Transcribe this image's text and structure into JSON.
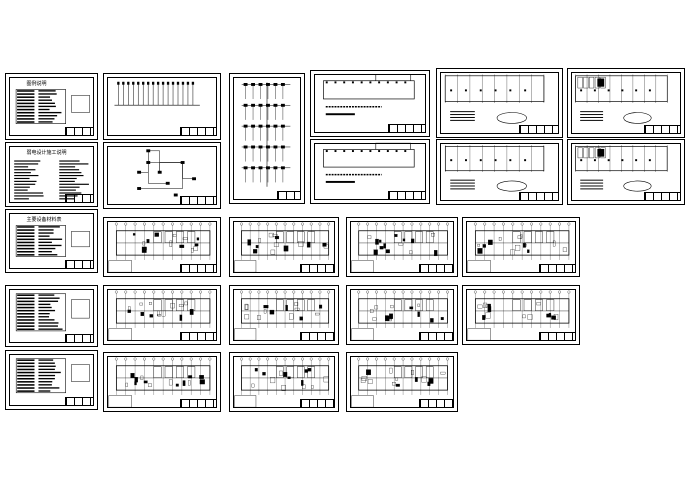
{
  "canvas": {
    "background": "#ffffff",
    "line_color": "#000000"
  },
  "sheets": [
    {
      "name": "legend-sheet",
      "kind": "table",
      "title": "图例说明"
    },
    {
      "name": "notes-sheet",
      "kind": "notes",
      "title": "弱电设计施工说明"
    },
    {
      "name": "equipment-table-sheet",
      "kind": "table",
      "title": "主要设备材料表"
    },
    {
      "name": "list-sheet-a",
      "kind": "table",
      "title": ""
    },
    {
      "name": "list-sheet-b",
      "kind": "table",
      "title": ""
    },
    {
      "name": "riser-diagram-1",
      "kind": "riser",
      "title": ""
    },
    {
      "name": "system-diagram-1",
      "kind": "system",
      "title": ""
    },
    {
      "name": "system-diagram-2",
      "kind": "system2",
      "title": ""
    },
    {
      "name": "site-plan-1",
      "kind": "site",
      "title": ""
    },
    {
      "name": "site-plan-2",
      "kind": "site",
      "title": ""
    },
    {
      "name": "large-plan-1",
      "kind": "bigplan",
      "title": ""
    },
    {
      "name": "large-plan-2",
      "kind": "bigplan",
      "title": ""
    },
    {
      "name": "large-plan-3",
      "kind": "bigplan2",
      "title": ""
    },
    {
      "name": "large-plan-4",
      "kind": "bigplan2",
      "title": ""
    },
    {
      "name": "floor-plan-1",
      "kind": "floor",
      "title": ""
    },
    {
      "name": "floor-plan-2",
      "kind": "floor",
      "title": ""
    },
    {
      "name": "floor-plan-3",
      "kind": "floor",
      "title": ""
    },
    {
      "name": "floor-plan-4",
      "kind": "floor",
      "title": ""
    },
    {
      "name": "floor-plan-5",
      "kind": "floor",
      "title": ""
    },
    {
      "name": "floor-plan-6",
      "kind": "floor",
      "title": ""
    },
    {
      "name": "floor-plan-7",
      "kind": "floor",
      "title": ""
    },
    {
      "name": "floor-plan-8",
      "kind": "floor",
      "title": ""
    },
    {
      "name": "floor-plan-9",
      "kind": "floor",
      "title": ""
    },
    {
      "name": "floor-plan-10",
      "kind": "floor",
      "title": ""
    },
    {
      "name": "floor-plan-11",
      "kind": "floor",
      "title": ""
    }
  ]
}
